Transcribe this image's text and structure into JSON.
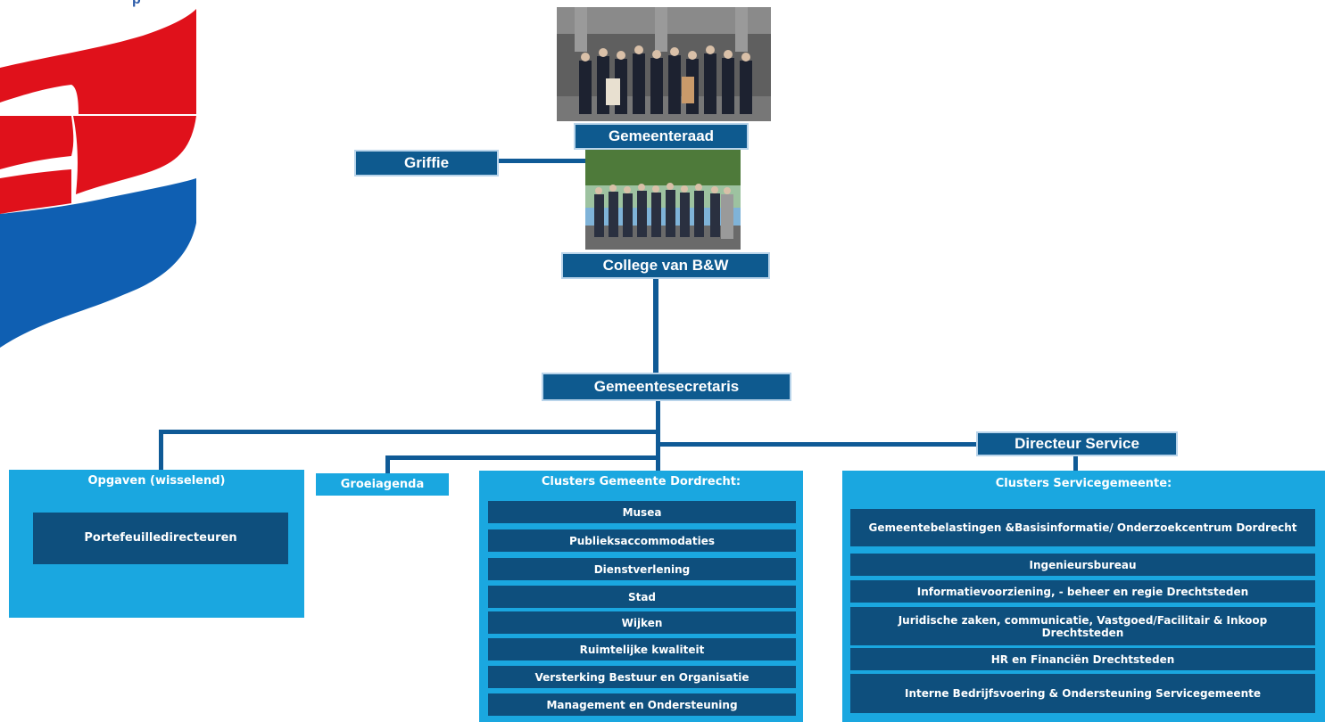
{
  "colors": {
    "logo_red": "#e0111b",
    "logo_blue": "#0f5fb2",
    "dark_box": "#0e5a8f",
    "panel_cyan": "#1aa7e0",
    "item_navy": "#0e4f7d",
    "connector": "#0f5a96"
  },
  "logo": {
    "icon": "dordrecht-logo-icon",
    "fragment_text": "p"
  },
  "gemeenteraad": {
    "photo_icon": "council-group-photo",
    "label": "Gemeenteraad"
  },
  "griffie": {
    "label": "Griffie"
  },
  "college": {
    "photo_icon": "college-group-photo",
    "label": "College van B&W"
  },
  "gemeentesecretaris": {
    "label": "Gemeentesecretaris"
  },
  "directeur_service": {
    "label": "Directeur Service"
  },
  "opgaven": {
    "title": "Opgaven (wisselend)",
    "items": [
      "Portefeuilledirecteuren"
    ]
  },
  "groeiagenda": {
    "label": "Groeiagenda"
  },
  "clusters_dordrecht": {
    "title": "Clusters Gemeente Dordrecht:",
    "items": [
      "Musea",
      "Publieksaccommodaties",
      "Dienstverlening",
      "Stad",
      "Wijken",
      "Ruimtelijke kwaliteit",
      "Versterking Bestuur en Organisatie",
      "Management en Ondersteuning"
    ]
  },
  "clusters_service": {
    "title": "Clusters Servicegemeente:",
    "items": [
      "Gemeentebelastingen &Basisinformatie/ Onderzoekcentrum Dordrecht",
      "Ingenieursbureau",
      "Informatievoorziening, - beheer en regie Drechtsteden",
      "Juridische zaken, communicatie, Vastgoed/Facilitair & Inkoop Drechtsteden",
      "HR en Financiën Drechtsteden",
      "Interne Bedrijfsvoering & Ondersteuning Servicegemeente"
    ]
  }
}
